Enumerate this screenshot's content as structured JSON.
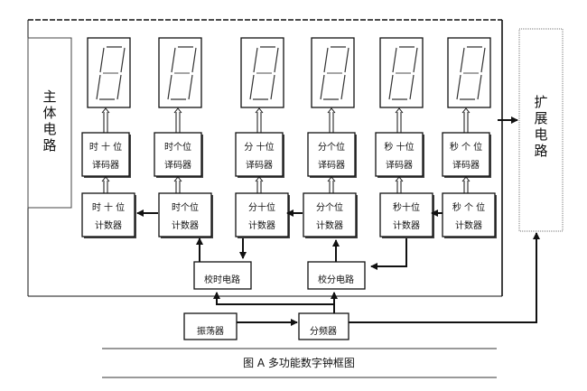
{
  "main_circuit": {
    "label_chars": [
      "主",
      "体",
      "电",
      "路"
    ]
  },
  "expansion_circuit": {
    "label_chars": [
      "扩",
      "展",
      "电",
      "路"
    ]
  },
  "displays": [
    {
      "id": "hour-tens"
    },
    {
      "id": "hour-ones"
    },
    {
      "id": "min-tens"
    },
    {
      "id": "min-ones"
    },
    {
      "id": "sec-tens"
    },
    {
      "id": "sec-ones"
    }
  ],
  "decoders": [
    {
      "line1": "时 十 位",
      "line2": "译码器"
    },
    {
      "line1": "时个位",
      "line2": "译码器"
    },
    {
      "line1": "分 十位",
      "line2": "译码器"
    },
    {
      "line1": "分个位",
      "line2": "译码器"
    },
    {
      "line1": "秒 十位",
      "line2": "译码器"
    },
    {
      "line1": "秒 个 位",
      "line2": "译码器"
    }
  ],
  "counters": [
    {
      "line1": "时 十 位",
      "line2": "计数器"
    },
    {
      "line1": "时个位",
      "line2": "计数器"
    },
    {
      "line1": "分十位",
      "line2": "计数器"
    },
    {
      "line1": "分个位",
      "line2": "计数器"
    },
    {
      "line1": "秒十位",
      "line2": "计数器"
    },
    {
      "line1": "秒 个 位",
      "line2": "计数器"
    }
  ],
  "hour_adjust": {
    "label": "校时电路"
  },
  "minute_adjust": {
    "label": "校分电路"
  },
  "oscillator": {
    "label": "振荡器"
  },
  "divider": {
    "label": "分频器"
  },
  "caption": "图 A 多功能数字钟框图"
}
